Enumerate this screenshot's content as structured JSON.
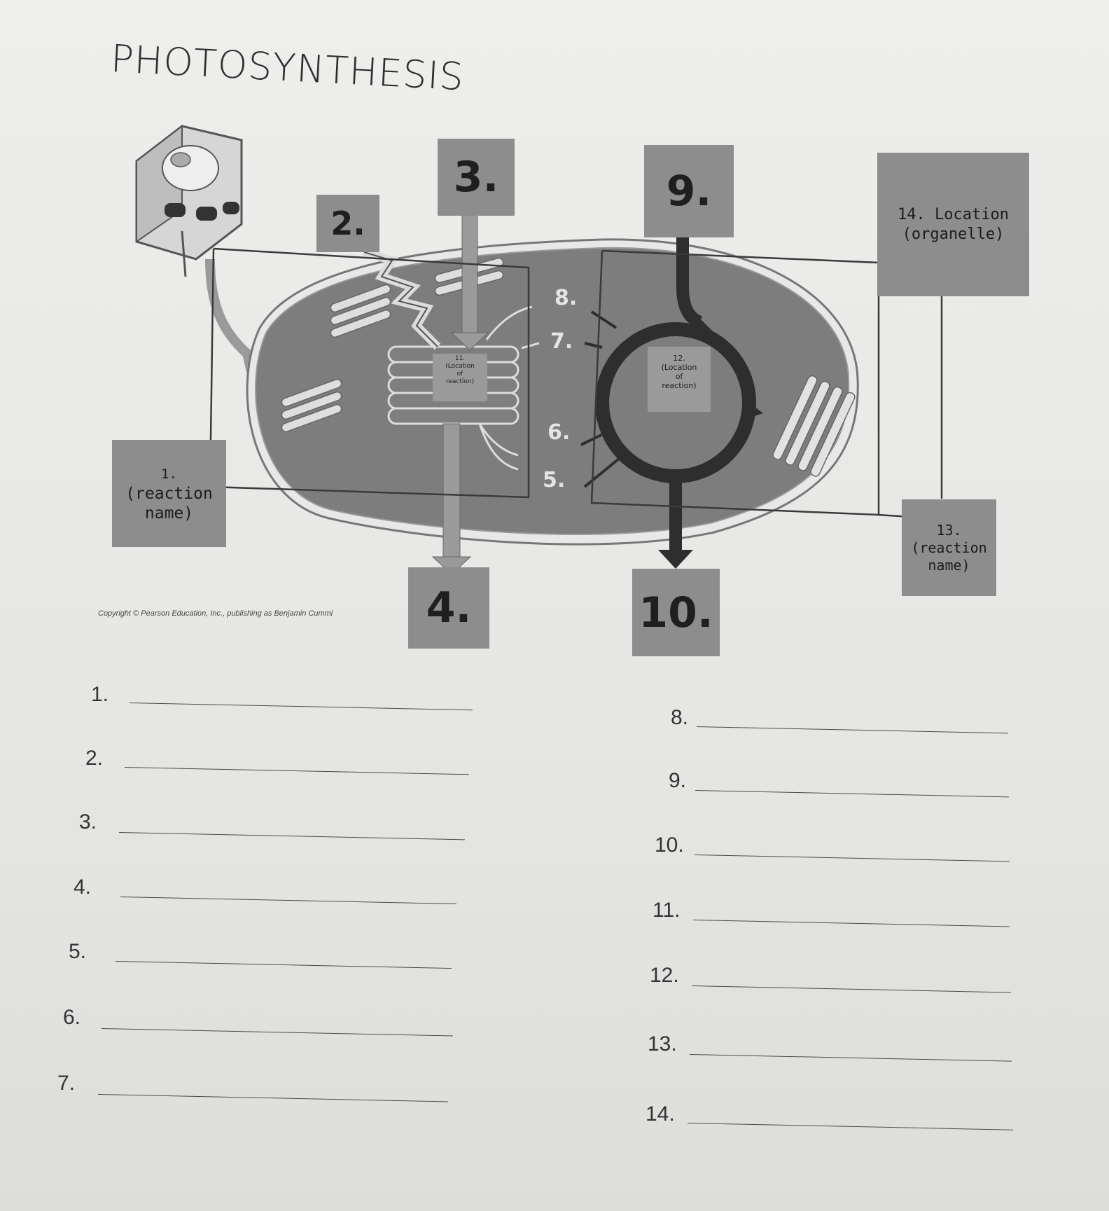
{
  "worksheet": {
    "title": "PHOTOSYNTHESIS",
    "copyright": "Copyright © Pearson Education, Inc., publishing as Benjamin Cummi",
    "boxes": {
      "b1": {
        "num": "1.",
        "line1": "(reaction",
        "line2": "name)"
      },
      "b2": "2.",
      "b3": "3.",
      "b4": "4.",
      "b9": "9.",
      "b10": "10.",
      "b13": {
        "num": "13.",
        "line1": "(reaction",
        "line2": "name)"
      },
      "b14": {
        "line1": "14. Location",
        "line2": "(organelle)"
      }
    },
    "inner_labels": {
      "l5": "5.",
      "l6": "6.",
      "l7": "7.",
      "l8": "8.",
      "l11": {
        "num": "11.",
        "a": "(Location",
        "b": "of",
        "c": "reaction)"
      },
      "l12": {
        "num": "12.",
        "a": "(Location",
        "b": "of",
        "c": "reaction)"
      }
    },
    "answers_left": [
      "1.",
      "2.",
      "3.",
      "4.",
      "5.",
      "6.",
      "7."
    ],
    "answers_right": [
      "8.",
      "9.",
      "10.",
      "11.",
      "12.",
      "13.",
      "14."
    ]
  }
}
